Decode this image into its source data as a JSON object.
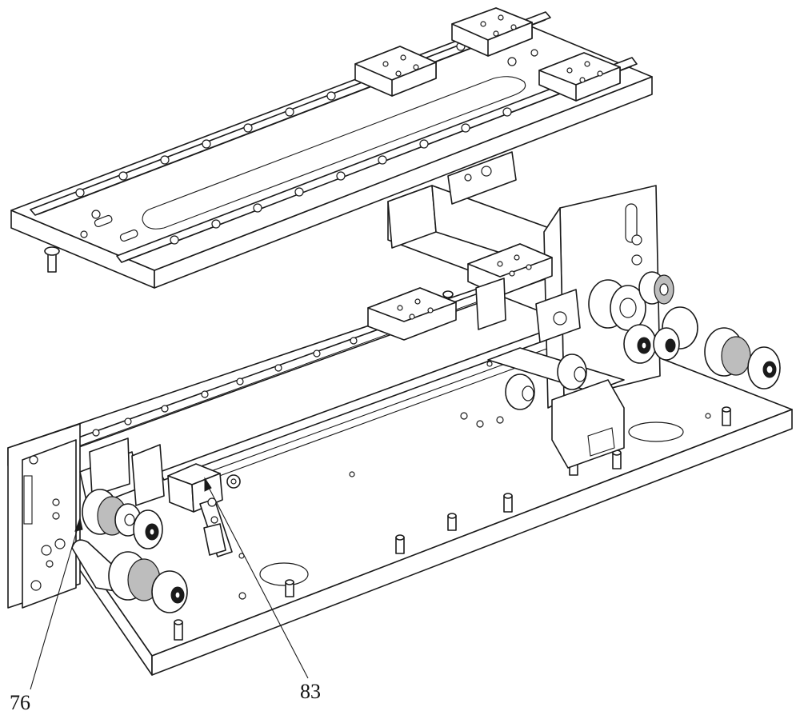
{
  "figure": {
    "callouts": [
      {
        "id": "76",
        "text": "76"
      },
      {
        "id": "83",
        "text": "83"
      }
    ]
  }
}
